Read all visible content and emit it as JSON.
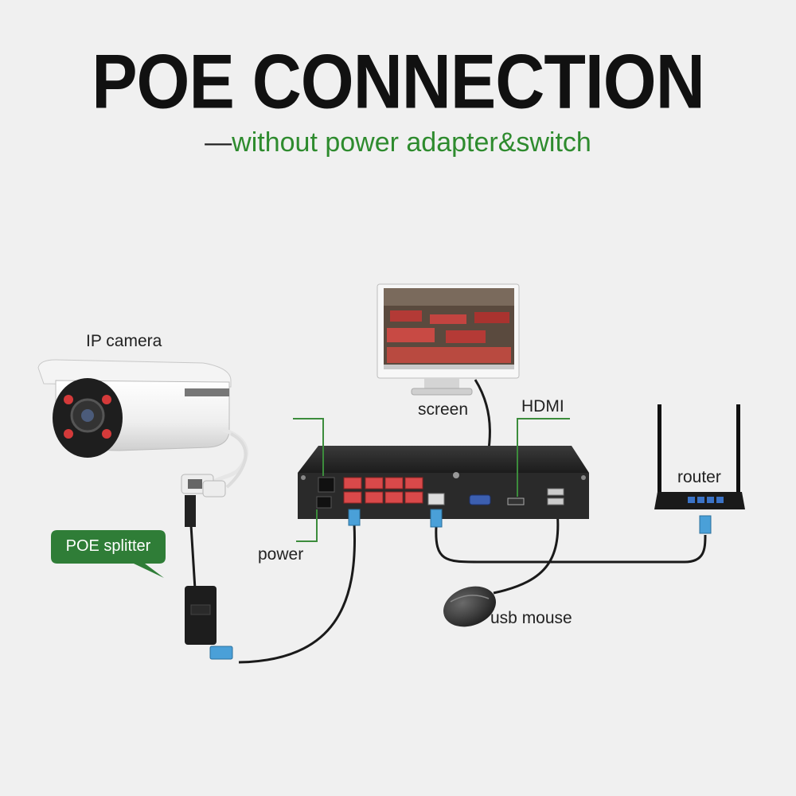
{
  "title": "POE CONNECTION",
  "subtitle": {
    "dash": "—",
    "text": "without power adapter&switch"
  },
  "labels": {
    "ip_camera": "IP camera",
    "screen": "screen",
    "hdmi": "HDMI",
    "router": "router",
    "power": "power",
    "usb_mouse": "usb mouse",
    "poe_splitter": "POE splitter"
  },
  "colors": {
    "background": "#f0f0f0",
    "subtitle_green": "#2e8b2e",
    "callout_green": "#3c8c3c",
    "bubble_green": "#2f7d37",
    "port_red": "#d9494a",
    "connector_blue": "#4aa0d8"
  }
}
